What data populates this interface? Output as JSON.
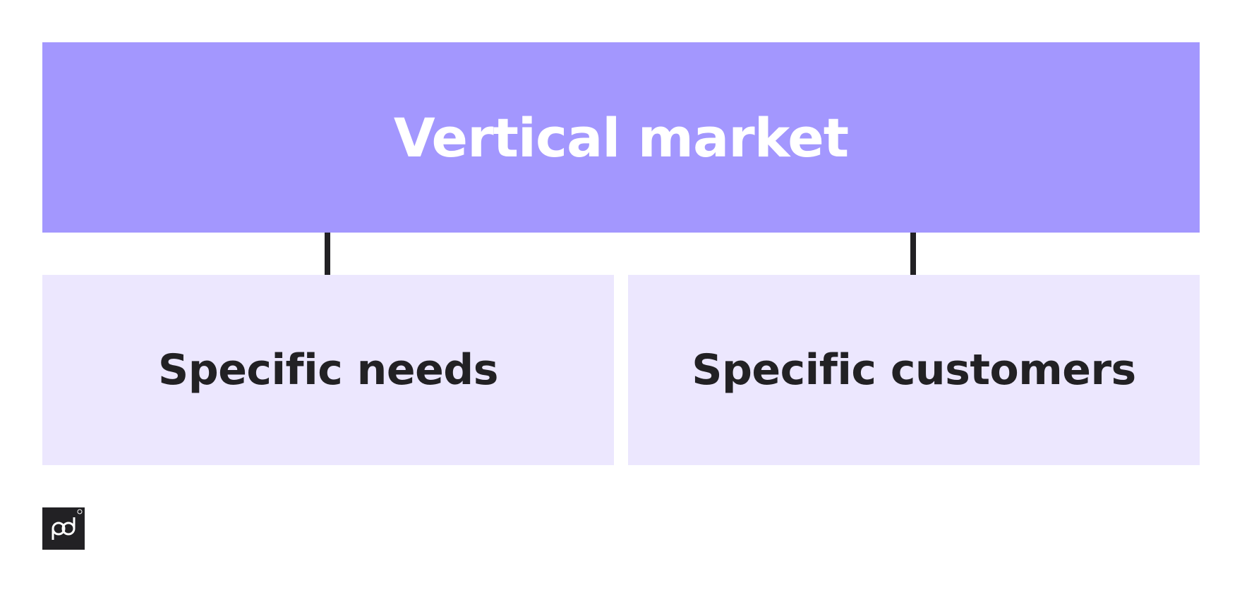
{
  "diagram": {
    "root": {
      "label": "Vertical market"
    },
    "children": [
      {
        "label": "Specific needs"
      },
      {
        "label": "Specific customers"
      }
    ]
  },
  "logo": {
    "icon": "pandadoc-logo-icon"
  },
  "colors": {
    "root_fill": "#a397fe",
    "child_fill": "#ece7fe",
    "connector": "#222124",
    "root_text": "#ffffff",
    "child_text": "#222124",
    "logo_bg": "#222124"
  }
}
